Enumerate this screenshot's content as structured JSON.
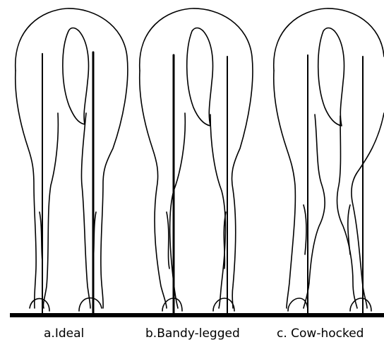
{
  "figure": {
    "panels": [
      {
        "id": "a",
        "caption": "a.Ideal"
      },
      {
        "id": "b",
        "caption": "b.Bandy-legged"
      },
      {
        "id": "c",
        "caption": "c. Cow-hocked"
      }
    ],
    "line_color": "#000000",
    "background_color": "#ffffff"
  }
}
